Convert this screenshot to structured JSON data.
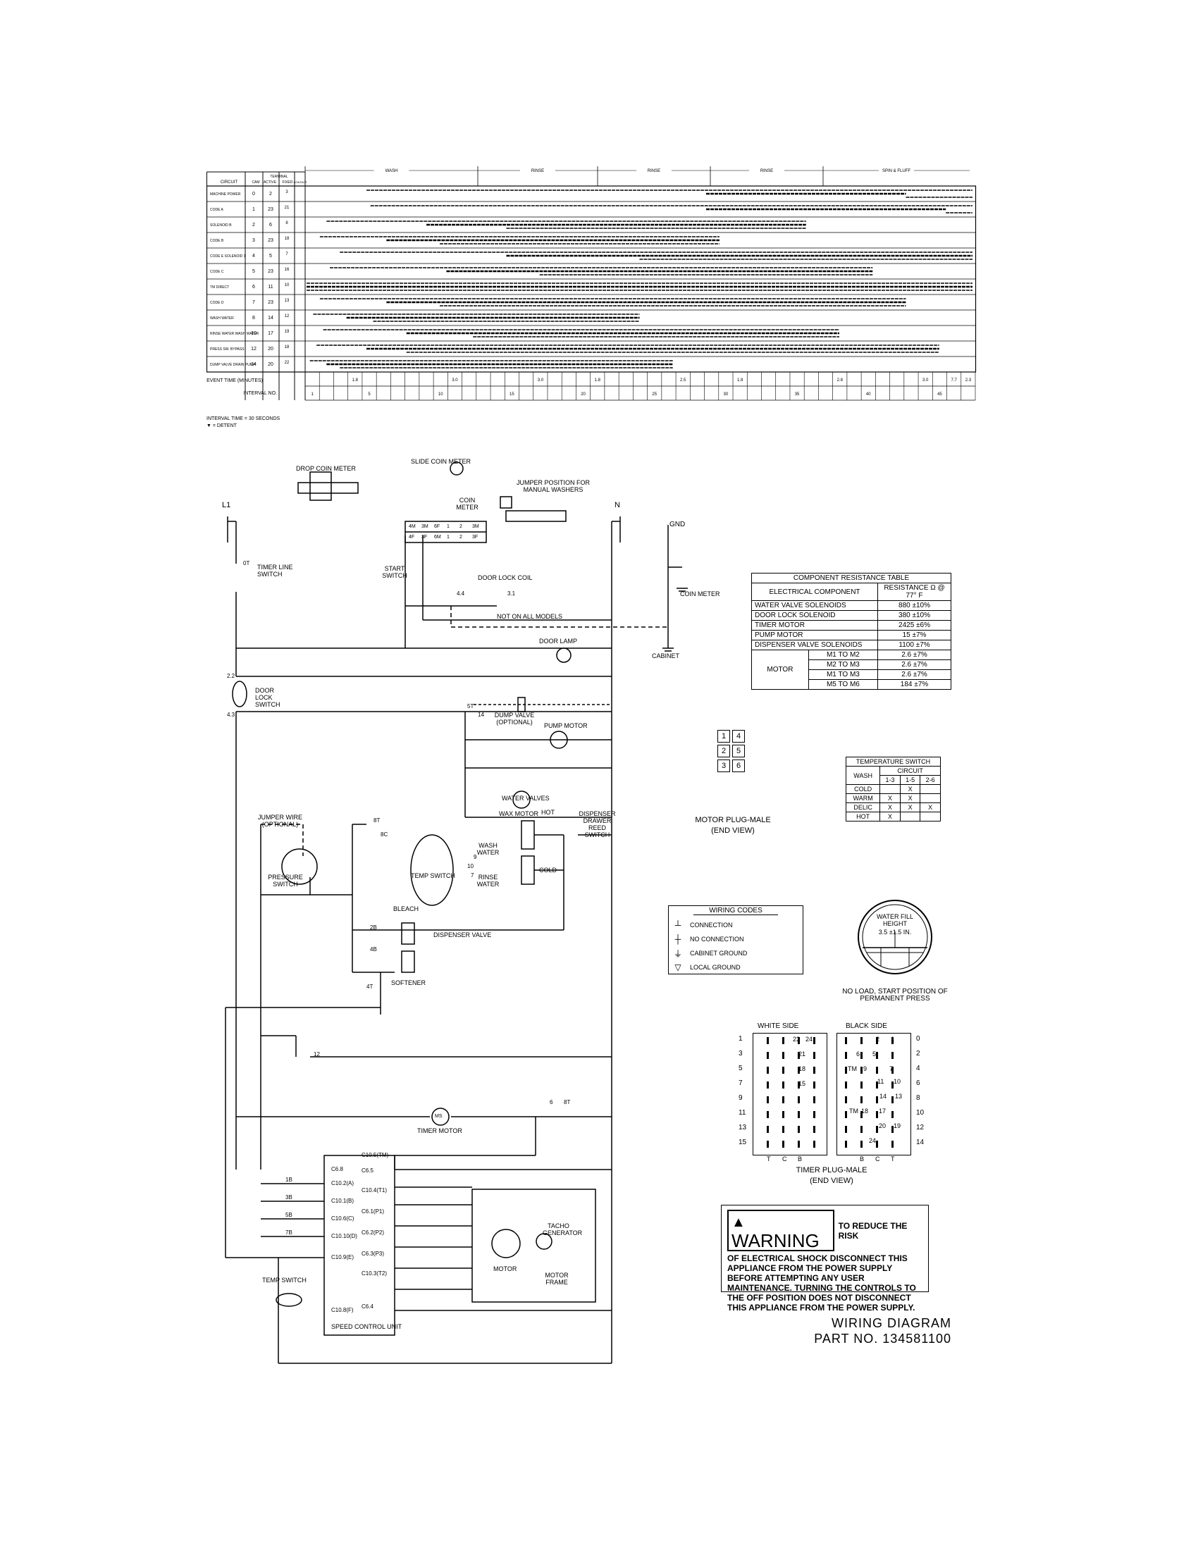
{
  "timer_chart": {
    "header": {
      "circuit": "CIRCUIT",
      "cam": "CAM",
      "terminal": "TERMINAL",
      "active": "ACTIVE",
      "fixed": "FIXED",
      "contact": "CONTACT"
    },
    "phases": [
      "WASH",
      "RINSE",
      "RINSE",
      "RINSE",
      "SPIN & FLUFF"
    ],
    "rows": [
      {
        "circuit": "MACHINE POWER",
        "cam": "0",
        "active": "2",
        "fixed": "3"
      },
      {
        "circuit": "CODE A",
        "cam": "1",
        "active": "23",
        "fixed": "21"
      },
      {
        "circuit": "SOLENOID B",
        "cam": "2",
        "active": "6",
        "fixed": "8"
      },
      {
        "circuit": "CODE B",
        "cam": "3",
        "active": "23",
        "fixed": "18"
      },
      {
        "circuit": "CODE E SOLENOID 1",
        "cam": "4",
        "active": "5",
        "fixed": "7"
      },
      {
        "circuit": "CODE C",
        "cam": "5",
        "active": "23",
        "fixed": "16"
      },
      {
        "circuit": "TM DIRECT",
        "cam": "6",
        "active": "11",
        "fixed": "10"
      },
      {
        "circuit": "CODE D",
        "cam": "7",
        "active": "23",
        "fixed": "13"
      },
      {
        "circuit": "WASH WATER",
        "cam": "8",
        "active": "14",
        "fixed": "12"
      },
      {
        "circuit": "RINSE WATER WASH WATER",
        "cam": "10",
        "active": "17",
        "fixed": "19"
      },
      {
        "circuit": "PRESS SW. BYPASS",
        "cam": "12",
        "active": "20",
        "fixed": "18"
      },
      {
        "circuit": "DUMP VALVE DRAIN PUMP",
        "cam": "14",
        "active": "20",
        "fixed": "22"
      }
    ],
    "event_time_label": "EVENT TIME (MINUTES)",
    "interval_no_label": "INTERVAL NO.",
    "event_marks": [
      "1.8",
      "3.0",
      "3.0",
      "1.8",
      "2.5",
      "1.8",
      "2.8",
      "3.0",
      "7.7",
      "2.3"
    ],
    "interval_marks": [
      "1",
      "5",
      "10",
      "15",
      "20",
      "25",
      "30",
      "35",
      "40",
      "45"
    ],
    "note1": "INTERVAL TIME = 30 SECONDS",
    "note2": "▼ = DETENT"
  },
  "schematic": {
    "l1": "L1",
    "n": "N",
    "gnd": "GND",
    "drop_coin_meter": "DROP COIN METER",
    "slide_coin_meter": "SLIDE COIN METER",
    "coin_meter": "COIN METER",
    "jumper_position": "JUMPER POSITION FOR MANUAL WASHERS",
    "terminal_block_top": [
      "4M",
      "3M",
      "6F",
      "1",
      "2",
      "3M"
    ],
    "terminal_block_bottom": [
      "4F",
      "3F",
      "6M",
      "1",
      "2",
      "3F"
    ],
    "timer_line_switch": "TIMER LINE SWITCH",
    "start_switch": "START SWITCH",
    "door_lock_coil": "DOOR LOCK COIL",
    "not_on_all_models": "NOT ON ALL MODELS",
    "coin_meter_ground": "COIN METER",
    "cabinet": "CABINET",
    "door_lamp": "DOOR LAMP",
    "door_lock_switch": "DOOR LOCK SWITCH",
    "dump_valve": "DUMP VALVE (OPTIONAL)",
    "pump_motor": "PUMP MOTOR",
    "wax_motor": "WAX MOTOR",
    "jumper_wire": "JUMPER WIRE (OPTIONAL)",
    "pressure_switch": "PRESSURE SWITCH",
    "temp_switch": "TEMP SWITCH",
    "water_valves": "WATER VALVES",
    "hot": "HOT",
    "cold": "COLD",
    "wash_water": "WASH WATER",
    "rinse_water": "RINSE WATER",
    "dispenser_drawer": "DISPENSER DRAWER REED SWITCH",
    "bleach": "BLEACH",
    "softener": "SOFTENER",
    "dispenser_valve": "DISPENSER VALVE",
    "timer_motor": "TIMER MOTOR",
    "ms": "MS",
    "speed_control_unit": "SPEED CONTROL UNIT",
    "scu_left": [
      "C6.8",
      "C10.2(A)",
      "C10.1(B)",
      "C10.6(C)",
      "C10.10(D)",
      "C10.9(E)",
      "C10.8(F)"
    ],
    "scu_right": [
      "C10.5(TM)",
      "C6.5",
      "C10.4(T1)",
      "C6.1(P1)",
      "C6.2(P2)",
      "C6.3(P3)",
      "C10.3(T2)",
      "C6.4"
    ],
    "motor": "MOTOR",
    "tacho_generator": "TACHO GENERATOR",
    "motor_frame": "MOTOR FRAME",
    "temp_switch_2": "TEMP SWITCH",
    "contacts": [
      "0T",
      "2.2",
      "4.3",
      "4.4",
      "3.1",
      "5T",
      "14",
      "8T",
      "8C",
      "9",
      "10",
      "7",
      "2B",
      "4B",
      "4T",
      "12",
      "6",
      "8T",
      "1B",
      "3B",
      "5B",
      "7B"
    ]
  },
  "resistance_table": {
    "title": "COMPONENT RESISTANCE TABLE",
    "col1": "ELECTRICAL COMPONENT",
    "col2": "RESISTANCE Ω @ 77° F",
    "rows": [
      [
        "WATER VALVE SOLENOIDS",
        "880 ±10%"
      ],
      [
        "DOOR LOCK SOLENOID",
        "380 ±10%"
      ],
      [
        "TIMER MOTOR",
        "2425 ±6%"
      ],
      [
        "PUMP MOTOR",
        "15 ±7%"
      ],
      [
        "DISPENSER VALVE SOLENOIDS",
        "1100 ±7%"
      ]
    ],
    "motor_label": "MOTOR",
    "motor_rows": [
      [
        "M1 TO M2",
        "2.6 ±7%"
      ],
      [
        "M2 TO M3",
        "2.6 ±7%"
      ],
      [
        "M1 TO M3",
        "2.6 ±7%"
      ],
      [
        "M5 TO M6",
        "184 ±7%"
      ]
    ]
  },
  "motor_plug": {
    "pins": [
      "1",
      "4",
      "2",
      "5",
      "3",
      "6"
    ],
    "caption": "MOTOR PLUG-MALE",
    "caption2": "(END VIEW)"
  },
  "temp_switch_table": {
    "title": "TEMPERATURE SWITCH",
    "circuit": "CIRCUIT",
    "wash": "WASH",
    "cols": [
      "1-3",
      "1-5",
      "2-6"
    ],
    "rows": [
      {
        "label": "COLD",
        "marks": [
          "",
          "X",
          ""
        ]
      },
      {
        "label": "WARM",
        "marks": [
          "X",
          "X",
          ""
        ]
      },
      {
        "label": "DELIC",
        "marks": [
          "X",
          "X",
          "X"
        ]
      },
      {
        "label": "HOT",
        "marks": [
          "X",
          "",
          ""
        ]
      }
    ]
  },
  "wiring_codes": {
    "title": "WIRING CODES",
    "items": [
      "CONNECTION",
      "NO CONNECTION",
      "CABINET GROUND",
      "LOCAL GROUND"
    ]
  },
  "water_fill": {
    "title": "WATER FILL HEIGHT",
    "value": "3.5 ±1.5 IN.",
    "caption": "NO LOAD, START POSITION OF PERMANENT PRESS"
  },
  "timer_plug": {
    "white_side": "WHITE SIDE",
    "black_side": "BLACK SIDE",
    "left_numbers": [
      "1",
      "3",
      "5",
      "7",
      "9",
      "11",
      "13",
      "15"
    ],
    "right_numbers": [
      "0",
      "2",
      "4",
      "6",
      "8",
      "10",
      "12",
      "14"
    ],
    "white_inner": [
      "23",
      "24",
      "21",
      "18",
      "15"
    ],
    "black_inner": [
      "2",
      "1",
      "6",
      "5",
      "TM",
      "9",
      "7",
      "11",
      "10",
      "14",
      "13",
      "TM",
      "18",
      "17",
      "20",
      "19",
      "24"
    ],
    "white_bottom": [
      "T",
      "C",
      "B"
    ],
    "black_bottom": [
      "B",
      "C",
      "T"
    ],
    "caption": "TIMER PLUG-MALE",
    "caption2": "(END VIEW)"
  },
  "warning": {
    "title": "WARNING",
    "line1": "TO REDUCE THE RISK",
    "body": "OF ELECTRICAL SHOCK DISCONNECT THIS APPLIANCE FROM THE POWER SUPPLY BEFORE ATTEMPTING ANY USER MAINTENANCE. TURNING THE CONTROLS TO THE OFF POSITION DOES NOT DISCONNECT THIS APPLIANCE FROM THE POWER SUPPLY."
  },
  "footer": {
    "title": "WIRING DIAGRAM",
    "part": "PART NO. 134581100"
  }
}
